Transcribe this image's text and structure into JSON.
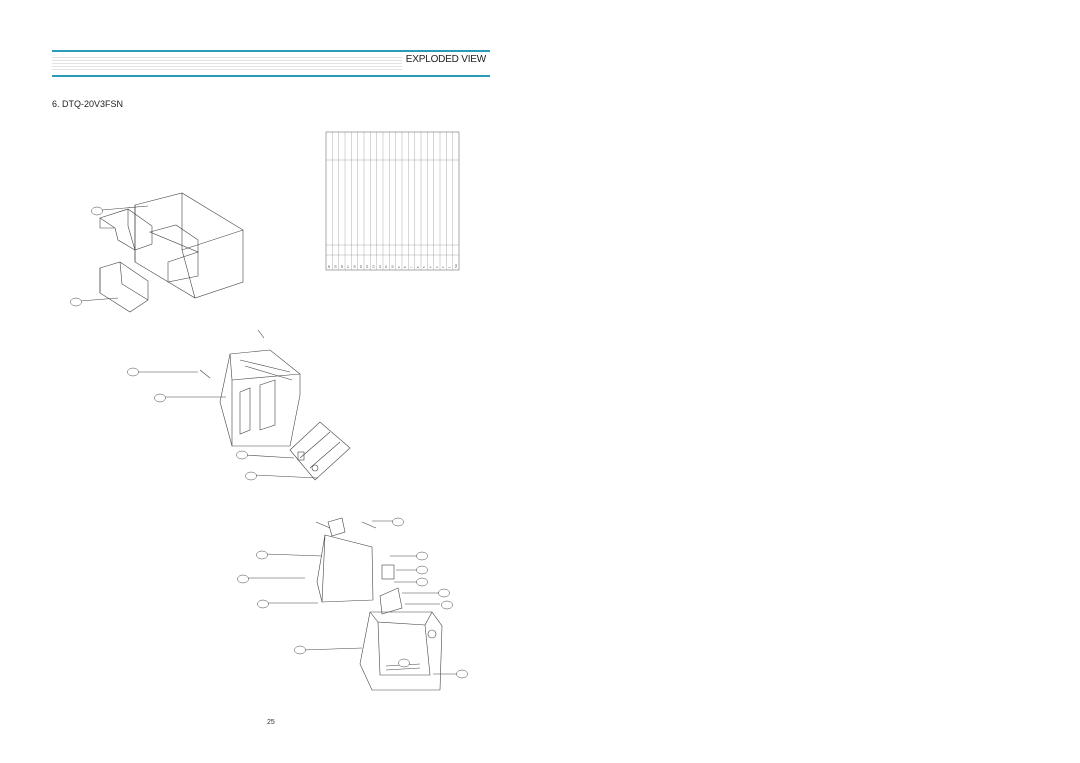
{
  "header": {
    "section_title": "EXPLODED VIEW"
  },
  "model": {
    "title": "6. DTQ-20V3FSN"
  },
  "footer": {
    "page_number": "25"
  },
  "parts_list": {
    "rows": [
      [
        "20",
        "",
        "",
        ""
      ],
      [
        "19",
        "",
        "",
        ""
      ],
      [
        "18",
        "",
        "",
        ""
      ],
      [
        "17",
        "",
        "",
        ""
      ],
      [
        "16",
        "",
        "",
        ""
      ],
      [
        "15",
        "",
        "",
        ""
      ],
      [
        "14",
        "",
        "",
        ""
      ],
      [
        "13",
        "",
        "",
        ""
      ],
      [
        "12",
        "",
        "",
        ""
      ],
      [
        "11",
        "",
        "",
        ""
      ],
      [
        "10",
        "",
        "",
        ""
      ],
      [
        "9",
        "",
        "",
        ""
      ],
      [
        "8",
        "",
        "",
        ""
      ],
      [
        "7",
        "",
        "",
        ""
      ],
      [
        "6",
        "",
        "",
        ""
      ],
      [
        "5",
        "",
        "",
        ""
      ],
      [
        "4",
        "",
        "",
        ""
      ],
      [
        "3",
        "",
        "",
        ""
      ],
      [
        "2",
        "",
        "",
        ""
      ],
      [
        "1",
        "",
        "",
        ""
      ],
      [
        "NO",
        "",
        "",
        ""
      ]
    ]
  },
  "callouts": [
    "",
    "",
    "",
    "",
    "",
    "",
    "",
    "",
    "",
    "",
    "",
    "",
    "",
    "",
    "",
    "",
    "",
    ""
  ],
  "colors": {
    "accent": "#2c9bb8",
    "line": "#444444"
  }
}
